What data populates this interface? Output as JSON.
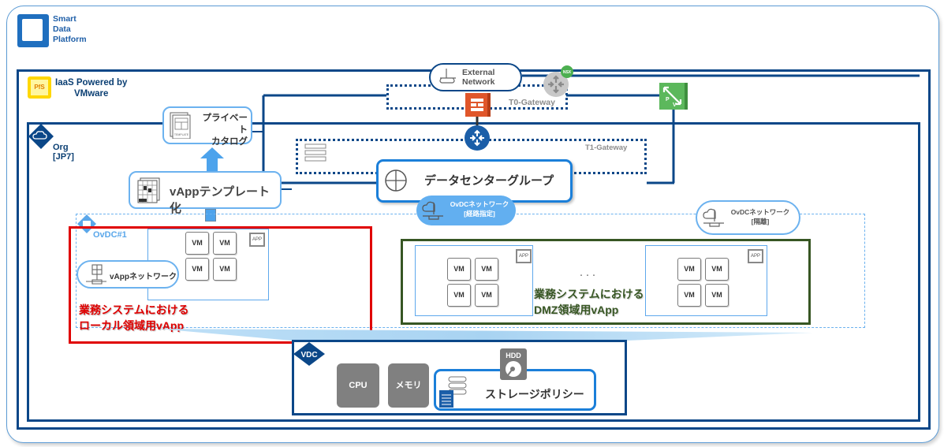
{
  "brand": {
    "name_lines": [
      "Smart",
      "Data",
      "Platform"
    ],
    "iaas_badge": "PfS",
    "iaas_title_lines": [
      "IaaS Powered by",
      "VMware"
    ]
  },
  "network": {
    "external_network_lines": [
      "External",
      "Network"
    ],
    "nsx_badge": "NSX",
    "t0_gateway": "T0-Gateway",
    "t1_gateway": "T1-Gateway",
    "pv_badge": "P V"
  },
  "org": {
    "label_lines": [
      "Org",
      "[JP7]"
    ]
  },
  "catalog": {
    "private_catalog_lines": [
      "プライベート",
      "カタログ"
    ],
    "template_icon_label": "TEMPLATE",
    "vapp_template": "vAppテンプレート化"
  },
  "datacenter_group": {
    "label": "データセンターグループ"
  },
  "ovdc": {
    "label": "OvDC#1",
    "routed_network_lines": [
      "OvDCネットワーク",
      "[経路指定]"
    ],
    "isolated_network_lines": [
      "OvDCネットワーク",
      "[隔離]"
    ],
    "vapp_network": "vAppネットワーク"
  },
  "vapps": {
    "vm_label": "VM",
    "app_label": "APP",
    "ellipsis": "・・・",
    "local_caption_lines": [
      "業務システムにおける",
      "ローカル領域用vApp"
    ],
    "dmz_caption_lines": [
      "業務システムにおける",
      "DMZ領域用vApp"
    ]
  },
  "vdc": {
    "badge": "VDC",
    "cpu": "CPU",
    "memory": "メモリ",
    "hdd": "HDD",
    "storage_policy": "ストレージポリシー"
  },
  "colors": {
    "navy": "#0b4788",
    "light_blue": "#6cb2ef",
    "red": "#e00000",
    "green_dark": "#375623",
    "nsx_green": "#4caf50",
    "firewall_orange": "#e0562a"
  }
}
